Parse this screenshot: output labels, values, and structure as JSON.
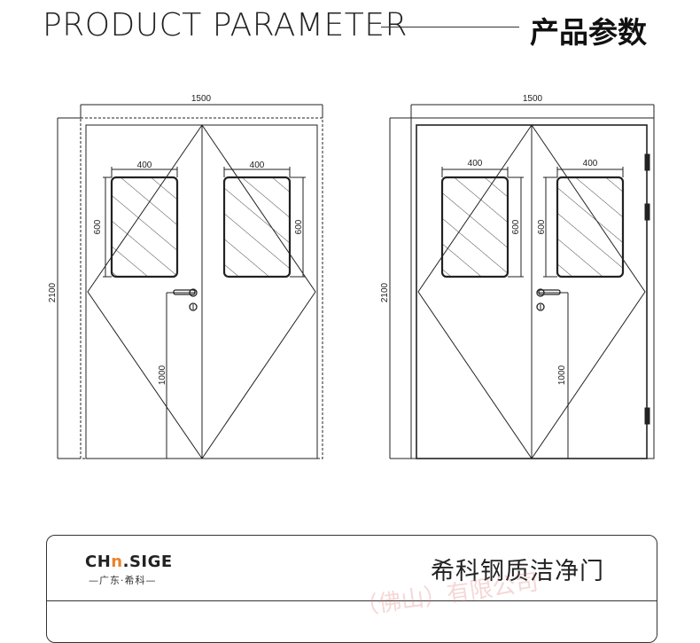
{
  "header": {
    "title_en": "PRODUCT PARAMETER",
    "title_cn": "产品参数"
  },
  "left_door": {
    "width_label": "1500",
    "height_label": "2100",
    "window_left_width": "400",
    "window_right_width": "400",
    "window_left_height": "600",
    "window_right_height": "600",
    "handle_height": "1000"
  },
  "right_door": {
    "width_label": "1500",
    "height_label": "2100",
    "window_left_width": "400",
    "window_right_width": "400",
    "window_left_height": "600",
    "window_right_height": "600",
    "handle_height": "1000"
  },
  "footer": {
    "logo_main_a": "CH",
    "logo_main_b": "n",
    "logo_main_c": ".SIGE",
    "logo_sub": "—广东·希科—",
    "product_name": "希科钢质洁净门",
    "watermark": "（佛山）有限公司"
  },
  "colors": {
    "line": "#222222",
    "logo_accent": "#e8842a"
  }
}
